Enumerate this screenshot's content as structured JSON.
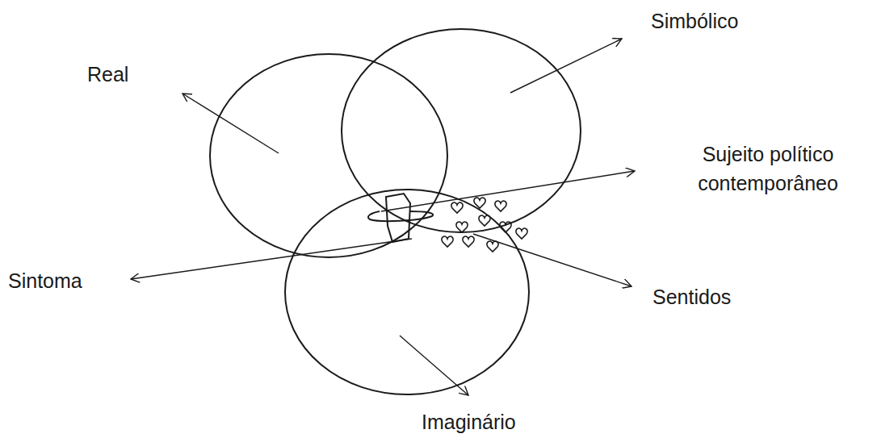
{
  "diagram": {
    "labels": [
      "Real",
      "Simbólico",
      "Sujeito político contemporâneo",
      "Sintoma",
      "Sentidos",
      "Imaginário"
    ]
  }
}
